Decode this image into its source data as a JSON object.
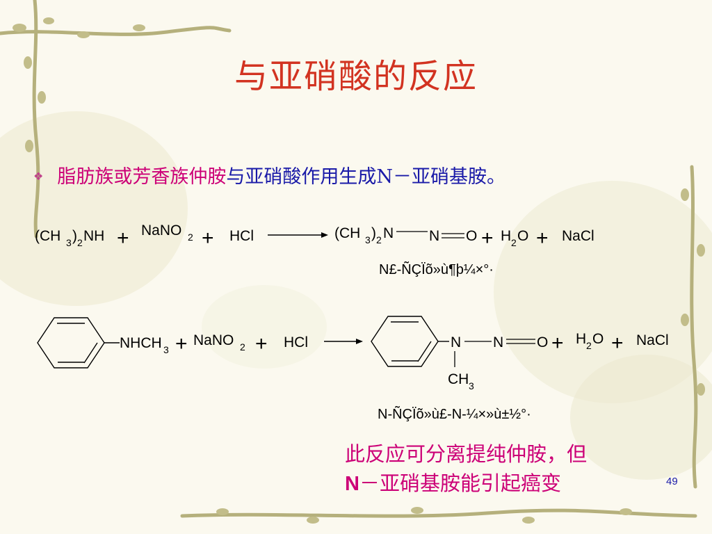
{
  "slide": {
    "title": "与亚硝酸的反应",
    "bullet_magenta": "脂肪族或芳香族仲胺",
    "bullet_blue": "与亚硝酸作用生成N－亚硝基胺。",
    "note_line1": "此反应可分离提纯仲胺，但",
    "note_line2_bold": "N",
    "note_line2_rest": "－亚硝基胺能引起癌变",
    "page_number": "49"
  },
  "reaction1": {
    "reactant1": "(CH",
    "sub3": "3",
    "close_paren": ")",
    "sub2": "2",
    "nh": "NH",
    "plus": "+",
    "nano": "NaNO",
    "nano_sub": "2",
    "hcl": "HCl",
    "prod_left": "(CH",
    "prod_n": "N",
    "n2": "N",
    "o": "O",
    "h": "H",
    "h2_sub": "2",
    "water_o": "O",
    "nacl": "NaCl",
    "caption": "N£-ÑÇÏõ»ù¶þ¼×°·"
  },
  "reaction2": {
    "nhch": "NHCH",
    "sub3": "3",
    "plus": "+",
    "nano": "NaNO",
    "nano_sub": "2",
    "hcl": "HCl",
    "n1": "N",
    "n2": "N",
    "o": "O",
    "ch": "CH",
    "h": "H",
    "h2_sub": "2",
    "water_o": "O",
    "nacl": "NaCl",
    "caption": "N-ÑÇÏõ»ù£-N-¼×»ù±½°·"
  },
  "colors": {
    "title": "#d23321",
    "magenta": "#cc0077",
    "blue": "#1a1aa8"
  }
}
